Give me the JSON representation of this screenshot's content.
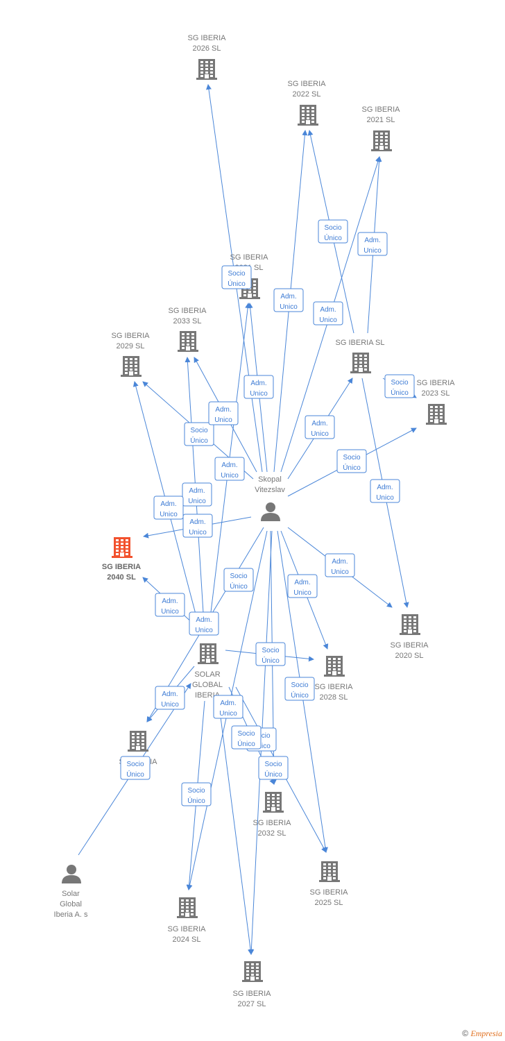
{
  "colors": {
    "edge": "#4a86d8",
    "node": "#777777",
    "highlight": "#f2522e",
    "label_text": "#3d7bd4"
  },
  "nodes": [
    {
      "id": "sg2026",
      "type": "company",
      "lines": [
        "SG IBERIA",
        "2026  SL"
      ]
    },
    {
      "id": "sg2022",
      "type": "company",
      "lines": [
        "SG IBERIA",
        "2022  SL"
      ]
    },
    {
      "id": "sg2021",
      "type": "company",
      "lines": [
        "SG IBERIA",
        "2021  SL"
      ]
    },
    {
      "id": "sg2031",
      "type": "company",
      "lines": [
        "SG IBERIA",
        "2031  SL"
      ]
    },
    {
      "id": "sg2033",
      "type": "company",
      "lines": [
        "SG IBERIA",
        "2033  SL"
      ]
    },
    {
      "id": "sg2029",
      "type": "company",
      "lines": [
        "SG IBERIA",
        "2029  SL"
      ]
    },
    {
      "id": "sgiberia",
      "type": "company",
      "lines": [
        "SG IBERIA  SL"
      ]
    },
    {
      "id": "sg2023",
      "type": "company",
      "lines": [
        "SG IBERIA",
        "2023  SL"
      ]
    },
    {
      "id": "skopal",
      "type": "person",
      "lines": [
        "Skopal",
        "Vitezslav"
      ]
    },
    {
      "id": "sg2040",
      "type": "company",
      "highlight": true,
      "lines": [
        "SG IBERIA",
        "2040  SL"
      ]
    },
    {
      "id": "sg2020",
      "type": "company",
      "lines": [
        "SG IBERIA",
        "2020  SL"
      ]
    },
    {
      "id": "solar",
      "type": "company",
      "lines": [
        "SOLAR",
        "GLOBAL",
        "IBERIA"
      ]
    },
    {
      "id": "sg2028",
      "type": "company",
      "lines": [
        "SG IBERIA",
        "2028  SL"
      ]
    },
    {
      "id": "sgleft",
      "type": "company",
      "lines": [
        "SG IBERIA",
        "SL"
      ]
    },
    {
      "id": "sg2032",
      "type": "company",
      "lines": [
        "SG IBERIA",
        "2032  SL"
      ]
    },
    {
      "id": "sg2025",
      "type": "company",
      "lines": [
        "SG IBERIA",
        "2025  SL"
      ]
    },
    {
      "id": "solarsa",
      "type": "person",
      "lines": [
        "Solar",
        "Global",
        "Iberia A. s"
      ]
    },
    {
      "id": "sg2024",
      "type": "company",
      "lines": [
        "SG IBERIA",
        "2024  SL"
      ]
    },
    {
      "id": "sg2027",
      "type": "company",
      "lines": [
        "SG IBERIA",
        "2027  SL"
      ]
    }
  ],
  "edges": [
    {
      "from": "skopal",
      "to": "sg2026"
    },
    {
      "from": "skopal",
      "to": "sg2022"
    },
    {
      "from": "skopal",
      "to": "sg2021"
    },
    {
      "from": "skopal",
      "to": "sg2031"
    },
    {
      "from": "skopal",
      "to": "sg2033"
    },
    {
      "from": "skopal",
      "to": "sg2029"
    },
    {
      "from": "skopal",
      "to": "sgiberia"
    },
    {
      "from": "skopal",
      "to": "sg2023"
    },
    {
      "from": "skopal",
      "to": "sg2040"
    },
    {
      "from": "skopal",
      "to": "sg2020"
    },
    {
      "from": "skopal",
      "to": "sg2028"
    },
    {
      "from": "skopal",
      "to": "sgleft"
    },
    {
      "from": "skopal",
      "to": "sg2032"
    },
    {
      "from": "skopal",
      "to": "sg2025"
    },
    {
      "from": "skopal",
      "to": "sg2024"
    },
    {
      "from": "skopal",
      "to": "sg2027"
    },
    {
      "from": "sgiberia",
      "to": "sg2022"
    },
    {
      "from": "sgiberia",
      "to": "sg2021"
    },
    {
      "from": "sgiberia",
      "to": "sg2023"
    },
    {
      "from": "sgiberia",
      "to": "sg2020"
    },
    {
      "from": "solar",
      "to": "sg2033"
    },
    {
      "from": "solar",
      "to": "sg2031"
    },
    {
      "from": "solar",
      "to": "sg2029"
    },
    {
      "from": "solar",
      "to": "sg2040"
    },
    {
      "from": "solar",
      "to": "sg2028"
    },
    {
      "from": "solar",
      "to": "sgleft"
    },
    {
      "from": "solar",
      "to": "sg2032"
    },
    {
      "from": "solar",
      "to": "sg2025"
    },
    {
      "from": "solar",
      "to": "sg2024"
    },
    {
      "from": "solar",
      "to": "sg2027"
    },
    {
      "from": "solarsa",
      "to": "solar"
    }
  ],
  "edge_labels": [
    {
      "lines": [
        "Socio",
        "Único"
      ]
    },
    {
      "lines": [
        "Socio",
        "Único"
      ]
    },
    {
      "lines": [
        "Adm.",
        "Unico"
      ]
    },
    {
      "lines": [
        "Adm.",
        "Unico"
      ]
    },
    {
      "lines": [
        "Adm.",
        "Unico"
      ]
    },
    {
      "lines": [
        "Adm.",
        "Unico"
      ]
    },
    {
      "lines": [
        "Adm.",
        "Unico"
      ]
    },
    {
      "lines": [
        "Socio",
        "Único"
      ]
    },
    {
      "lines": [
        "Adm.",
        "Unico"
      ]
    },
    {
      "lines": [
        "Adm.",
        "Unico"
      ]
    },
    {
      "lines": [
        "Adm.",
        "Unico"
      ]
    },
    {
      "lines": [
        "Adm.",
        "Unico"
      ]
    },
    {
      "lines": [
        "Socio",
        "Único"
      ]
    },
    {
      "lines": [
        "Socio",
        "Único"
      ]
    },
    {
      "lines": [
        "Adm.",
        "Unico"
      ]
    },
    {
      "lines": [
        "Socio",
        "Único"
      ]
    },
    {
      "lines": [
        "Socio",
        "Único"
      ]
    },
    {
      "lines": [
        "Socio",
        "Único"
      ]
    },
    {
      "lines": [
        "Adm.",
        "Unico"
      ]
    },
    {
      "lines": [
        "Adm.",
        "Unico"
      ]
    },
    {
      "lines": [
        "Adm.",
        "Unico"
      ]
    },
    {
      "lines": [
        "Adm.",
        "Unico"
      ]
    },
    {
      "lines": [
        "Adm.",
        "Unico"
      ]
    },
    {
      "lines": [
        "Socio",
        "Único"
      ]
    },
    {
      "lines": [
        "Adm.",
        "Unico"
      ]
    },
    {
      "lines": [
        "Adm.",
        "Unico"
      ]
    },
    {
      "lines": [
        "Socio",
        "Único"
      ]
    },
    {
      "lines": [
        "Socio",
        "Único"
      ]
    },
    {
      "lines": [
        "Socio",
        "Único"
      ]
    },
    {
      "lines": [
        "Socio",
        "Único"
      ]
    }
  ],
  "copyright": {
    "symbol": "©",
    "brand": "Empresia"
  }
}
